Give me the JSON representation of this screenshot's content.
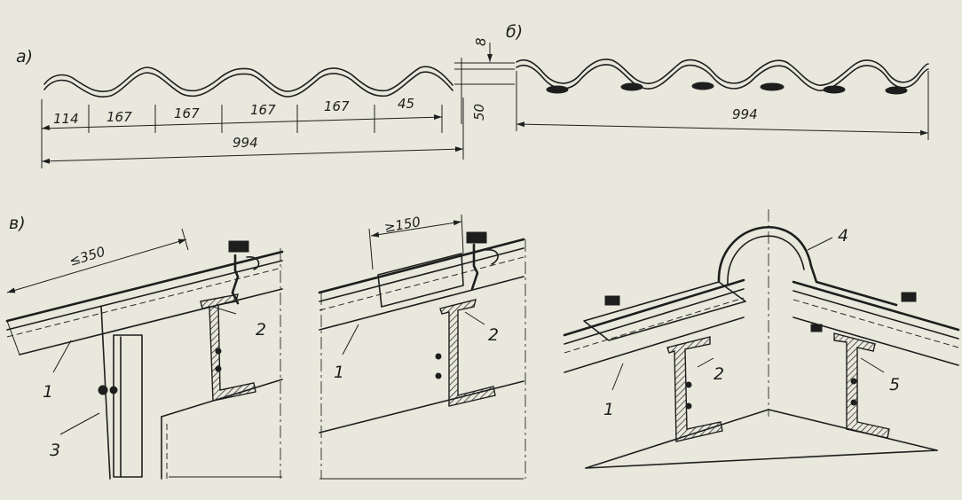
{
  "panel_a": {
    "letter": "а)",
    "spans": [
      "114",
      "167",
      "167",
      "167",
      "167",
      "45"
    ],
    "total": "994",
    "thickness": "8",
    "height": "50"
  },
  "panel_b": {
    "letter": "б)",
    "total": "994"
  },
  "panel_v": {
    "letter": "в)",
    "left_dim": "≤350",
    "mid_dim": "≥150",
    "callouts": {
      "c1": "1",
      "c2": "2",
      "c3": "3",
      "c4": "4",
      "c5": "5"
    }
  }
}
